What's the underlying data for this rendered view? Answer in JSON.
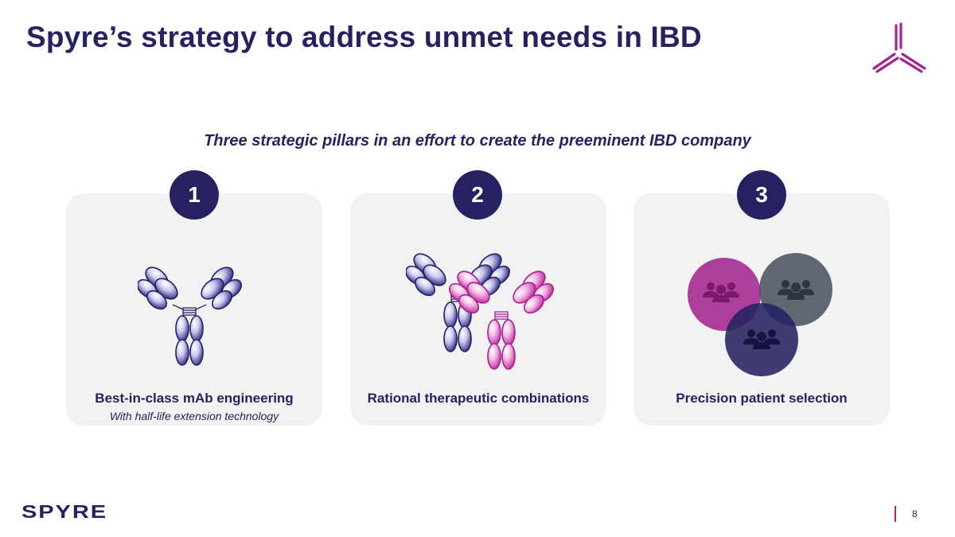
{
  "slide": {
    "title": "Spyre’s strategy to address unmet needs in IBD",
    "subtitle": "Three strategic pillars in an effort to create the preeminent IBD company",
    "page_number": "8"
  },
  "brand": {
    "logo_text": "SPYRE",
    "navy": "#262262",
    "magenta": "#a3248f",
    "slate": "#4a5360",
    "card_bg": "#f2f2f2"
  },
  "pillars": [
    {
      "number": "1",
      "title": "Best-in-class mAb engineering",
      "subtitle": "With half-life extension technology",
      "icon": "antibody-icon"
    },
    {
      "number": "2",
      "title": "Rational therapeutic combinations",
      "subtitle": "",
      "icon": "antibody-combination-icon"
    },
    {
      "number": "3",
      "title": "Precision patient selection",
      "subtitle": "",
      "icon": "patient-groups-icon"
    }
  ]
}
